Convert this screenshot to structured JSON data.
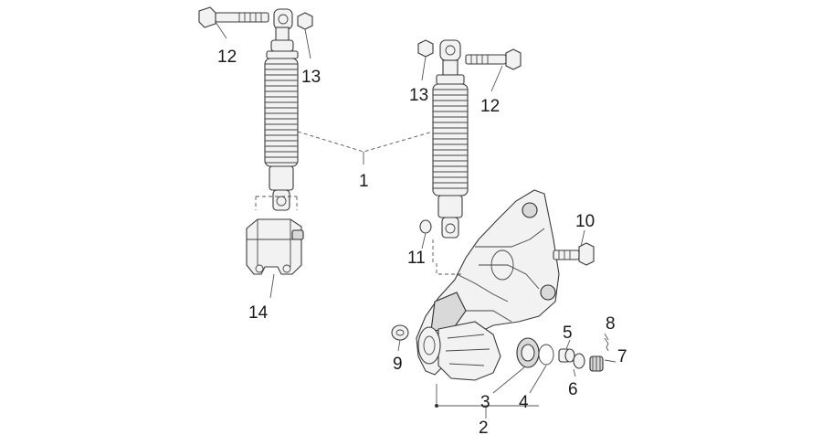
{
  "callouts": [
    {
      "key": "c12a",
      "text": "12"
    },
    {
      "key": "c13a",
      "text": "13"
    },
    {
      "key": "c13b",
      "text": "13"
    },
    {
      "key": "c12b",
      "text": "12"
    },
    {
      "key": "c1",
      "text": "1"
    },
    {
      "key": "c10",
      "text": "10"
    },
    {
      "key": "c11",
      "text": "11"
    },
    {
      "key": "c14",
      "text": "14"
    },
    {
      "key": "c8",
      "text": "8"
    },
    {
      "key": "c5",
      "text": "5"
    },
    {
      "key": "c7",
      "text": "7"
    },
    {
      "key": "c9",
      "text": "9"
    },
    {
      "key": "c6",
      "text": "6"
    },
    {
      "key": "c3",
      "text": "3"
    },
    {
      "key": "c4",
      "text": "4"
    },
    {
      "key": "c2",
      "text": "2"
    }
  ]
}
